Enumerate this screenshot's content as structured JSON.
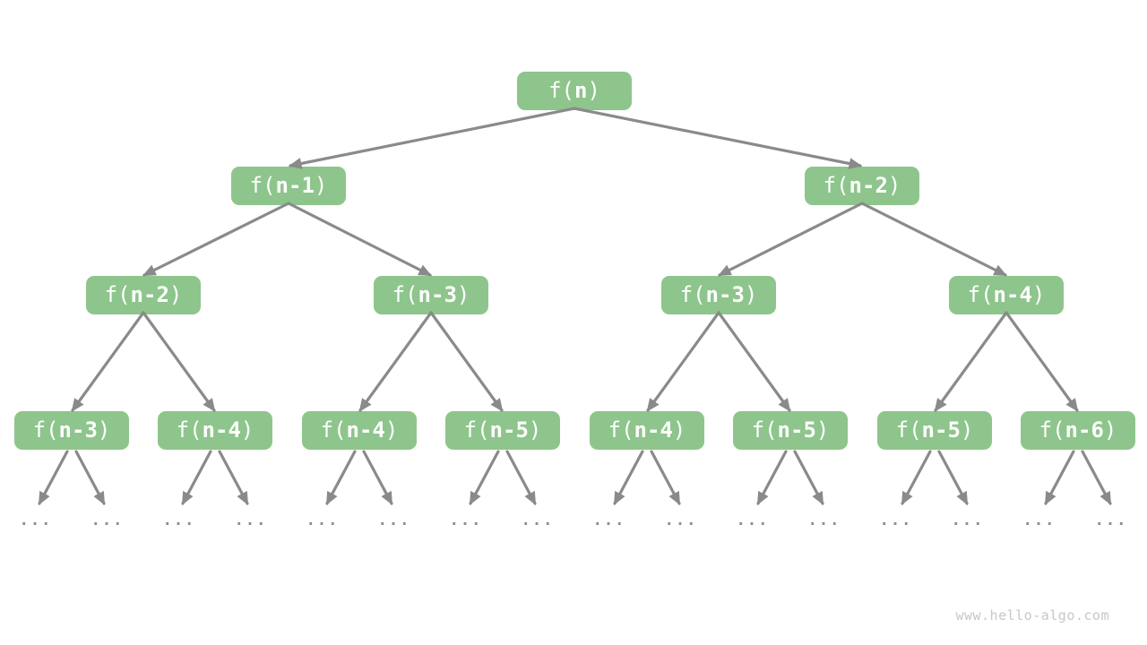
{
  "page": {
    "background": "#ffffff",
    "watermark": "www.hello-algo.com"
  },
  "colors": {
    "node_fill": "#8ec58c",
    "node_text": "#ffffff",
    "arrow": "#8a8a8a",
    "dots": "#8d8d8d",
    "watermark": "#c7c7c7"
  },
  "tree": {
    "description": "recursion-tree",
    "ellipsis": "...",
    "nodes": [
      {
        "pre": "f(",
        "var": "n",
        "post": ")"
      },
      {
        "pre": "f(",
        "var": "n-1",
        "post": ")"
      },
      {
        "pre": "f(",
        "var": "n-2",
        "post": ")"
      },
      {
        "pre": "f(",
        "var": "n-2",
        "post": ")"
      },
      {
        "pre": "f(",
        "var": "n-3",
        "post": ")"
      },
      {
        "pre": "f(",
        "var": "n-3",
        "post": ")"
      },
      {
        "pre": "f(",
        "var": "n-4",
        "post": ")"
      },
      {
        "pre": "f(",
        "var": "n-3",
        "post": ")"
      },
      {
        "pre": "f(",
        "var": "n-4",
        "post": ")"
      },
      {
        "pre": "f(",
        "var": "n-4",
        "post": ")"
      },
      {
        "pre": "f(",
        "var": "n-5",
        "post": ")"
      },
      {
        "pre": "f(",
        "var": "n-4",
        "post": ")"
      },
      {
        "pre": "f(",
        "var": "n-5",
        "post": ")"
      },
      {
        "pre": "f(",
        "var": "n-5",
        "post": ")"
      },
      {
        "pre": "f(",
        "var": "n-6",
        "post": ")"
      }
    ],
    "edges": [
      [
        0,
        1
      ],
      [
        0,
        2
      ],
      [
        1,
        3
      ],
      [
        1,
        4
      ],
      [
        2,
        5
      ],
      [
        2,
        6
      ],
      [
        3,
        7
      ],
      [
        3,
        8
      ],
      [
        4,
        9
      ],
      [
        4,
        10
      ],
      [
        5,
        11
      ],
      [
        5,
        12
      ],
      [
        6,
        13
      ],
      [
        6,
        14
      ]
    ],
    "leaf_note": "each level-4 node points to two ellipsis leaves"
  }
}
